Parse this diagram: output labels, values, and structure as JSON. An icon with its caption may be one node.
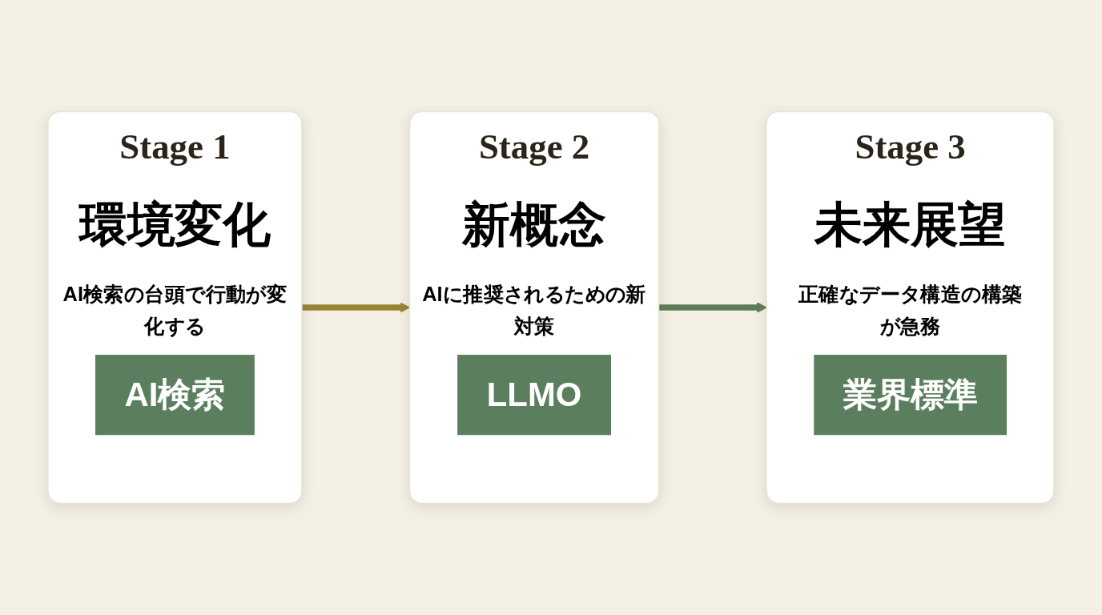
{
  "diagram": {
    "nodes": [
      {
        "text": [
          "Stage 1",
          "環境変化",
          "AI検索の台頭で行動が変化する"
        ]
      },
      {
        "text": [
          "AI検索"
        ],
        "in": 0
      },
      {
        "text": [
          "Stage 2",
          "新概念",
          "AIに推奨されるための新対策"
        ]
      },
      {
        "text": [
          "LLMO"
        ],
        "in": 2
      },
      {
        "text": [
          "Stage 3",
          "未来展望",
          "正確なデータ構造の構築が急務"
        ]
      },
      {
        "text": [
          "業界標準"
        ],
        "in": 4
      }
    ],
    "edges": [
      {
        "from": 0,
        "to": 2,
        "arrow": "to",
        "color": "#9a8535"
      },
      {
        "from": 2,
        "to": 4,
        "arrow": "to",
        "color": "#5d7d58"
      }
    ]
  }
}
